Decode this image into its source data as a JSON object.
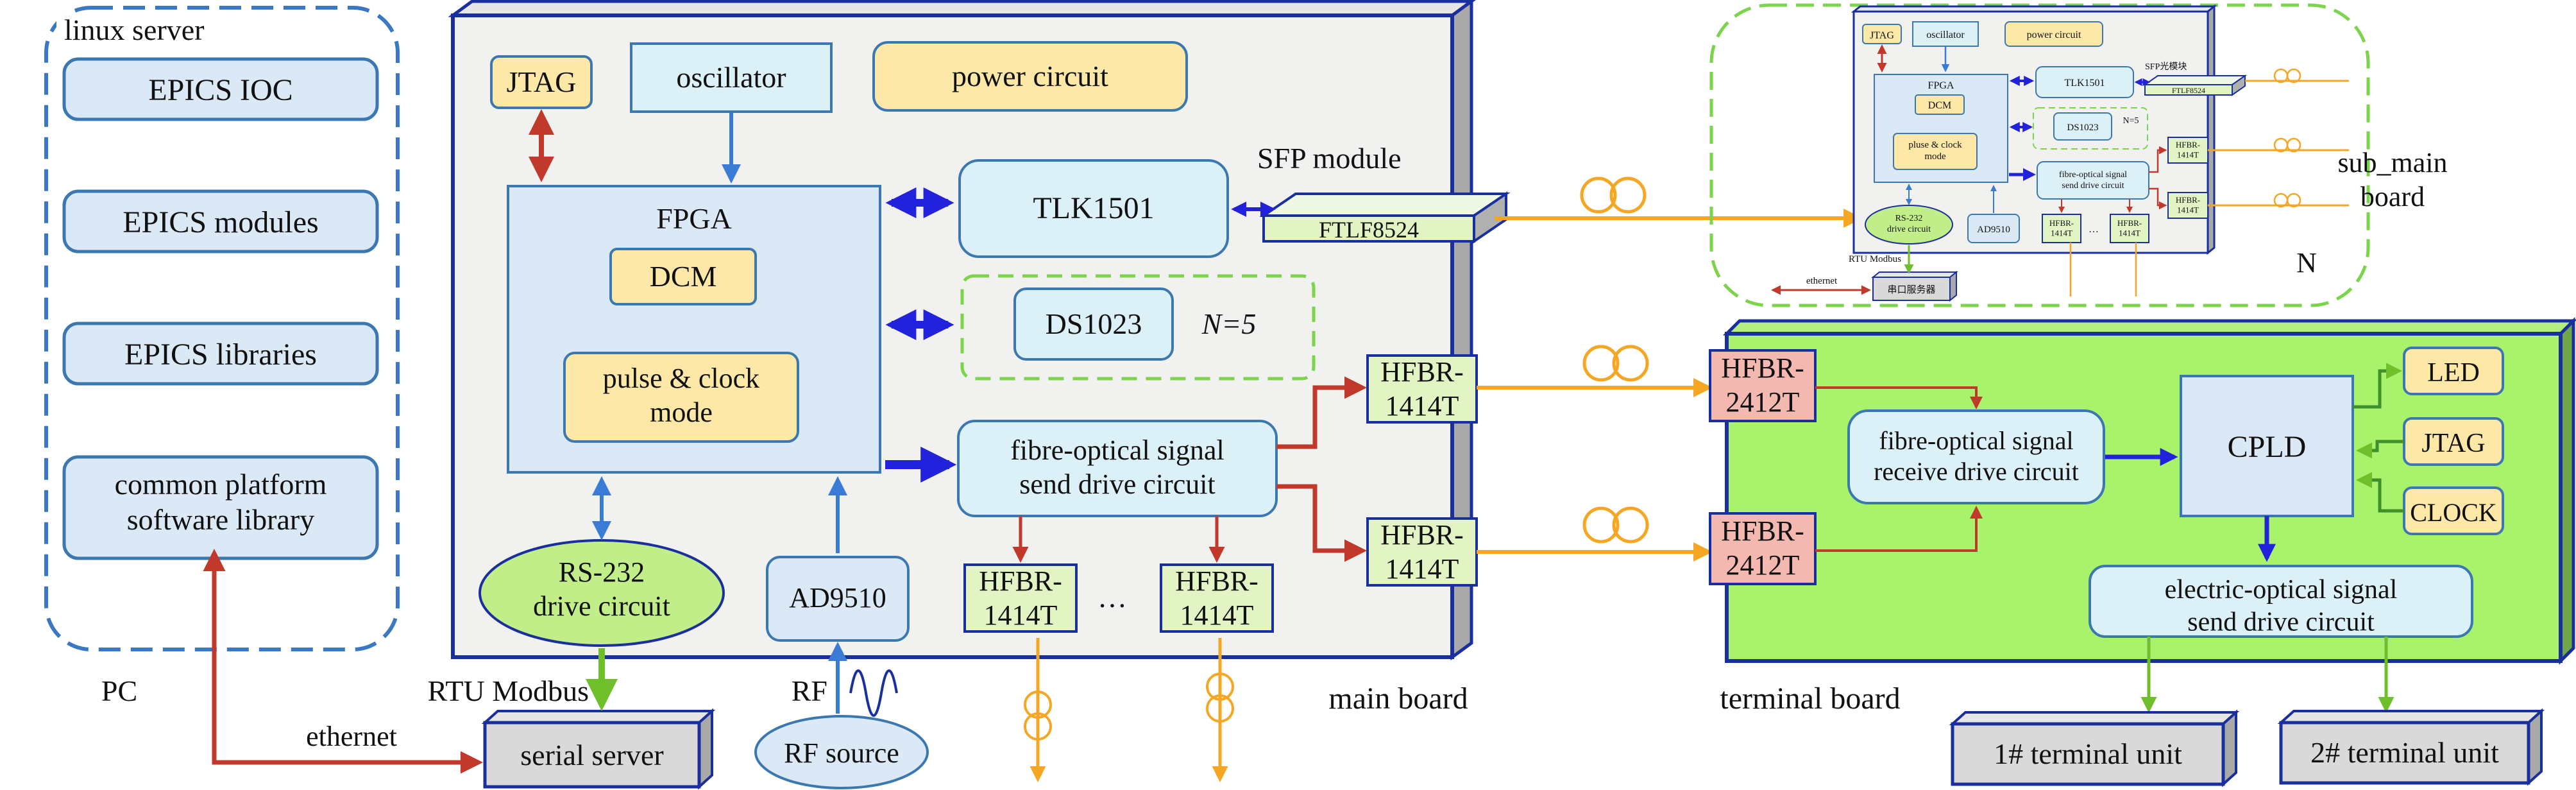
{
  "colors": {
    "dark_blue": "#1a2f9e",
    "box_blue": "#3b78b0",
    "light_blue_fill": "#dbe9f7",
    "cyan_fill": "#dcf1f7",
    "yellow_fill": "#fde8a8",
    "pale_green_fill": "#e2f4c4",
    "bright_green": "#a9f26c",
    "ellipse_green": "#c2ee8a",
    "pink_fill": "#f3b9b0",
    "gray_fill": "#d9d9d9",
    "panel_fill": "#f1f1ef",
    "orange": "#f5a623",
    "red": "#c0392b",
    "green_line": "#6fbf2b",
    "dashed_green": "#7bd44a",
    "dashed_blue": "#3b78c4"
  },
  "icons": {
    "fiber_coil": "fiber-coil-icon",
    "sine_wave": "sine-wave-icon"
  },
  "pc": {
    "group_title": "linux server",
    "items": [
      "EPICS IOC",
      "EPICS modules",
      "EPICS libraries",
      "common platform\nsoftware library"
    ],
    "label": "PC"
  },
  "main_board": {
    "label": "main board",
    "jtag": "JTAG",
    "oscillator": "oscillator",
    "power": "power circuit",
    "fpga": "FPGA",
    "dcm": "DCM",
    "pulse": "pulse & clock\nmode",
    "tlk": "TLK1501",
    "sfp_label": "SFP module",
    "sfp_part": "FTLF8524",
    "ds": "DS1023",
    "n_label": "N=5",
    "fiber_drive": "fibre-optical signal\nsend drive circuit",
    "hfbr_send": "HFBR-\n1414T",
    "ellipsis": "…",
    "rs232": "RS-232\ndrive circuit",
    "ad": "AD9510"
  },
  "connections": {
    "rtu": "RTU Modbus",
    "ethernet": "ethernet",
    "rf": "RF",
    "rf_source": "RF source",
    "serial_server": "serial server"
  },
  "terminal_board": {
    "label": "terminal board",
    "hfbr_recv": "HFBR-\n2412T",
    "receive": "fibre-optical signal\nreceive drive circuit",
    "cpld": "CPLD",
    "led": "LED",
    "jtag": "JTAG",
    "clock": "CLOCK",
    "electric": "electric-optical signal\nsend drive circuit",
    "unit1": "1# terminal unit",
    "unit2": "2# terminal unit"
  },
  "sub_main": {
    "label": "sub_main\nboard",
    "n": "N",
    "jtag": "JTAG",
    "oscillator": "oscillator",
    "power": "power circuit",
    "fpga": "FPGA",
    "dcm": "DCM",
    "pulse": "pluse & clock\nmode",
    "tlk": "TLK1501",
    "sfp": "SFP光模块",
    "sfp_part": "FTLF8524",
    "ds": "DS1023",
    "n5": "N=5",
    "fiber": "fibre-optical signal\nsend drive circuit",
    "hfbr": "HFBR-\n1414T",
    "rs232": "RS-232\ndrive circuit",
    "ad": "AD9510",
    "ellipsis": "…",
    "rtu": "RTU Modbus",
    "ethernet": "ethernet",
    "serial": "串口服务器"
  }
}
